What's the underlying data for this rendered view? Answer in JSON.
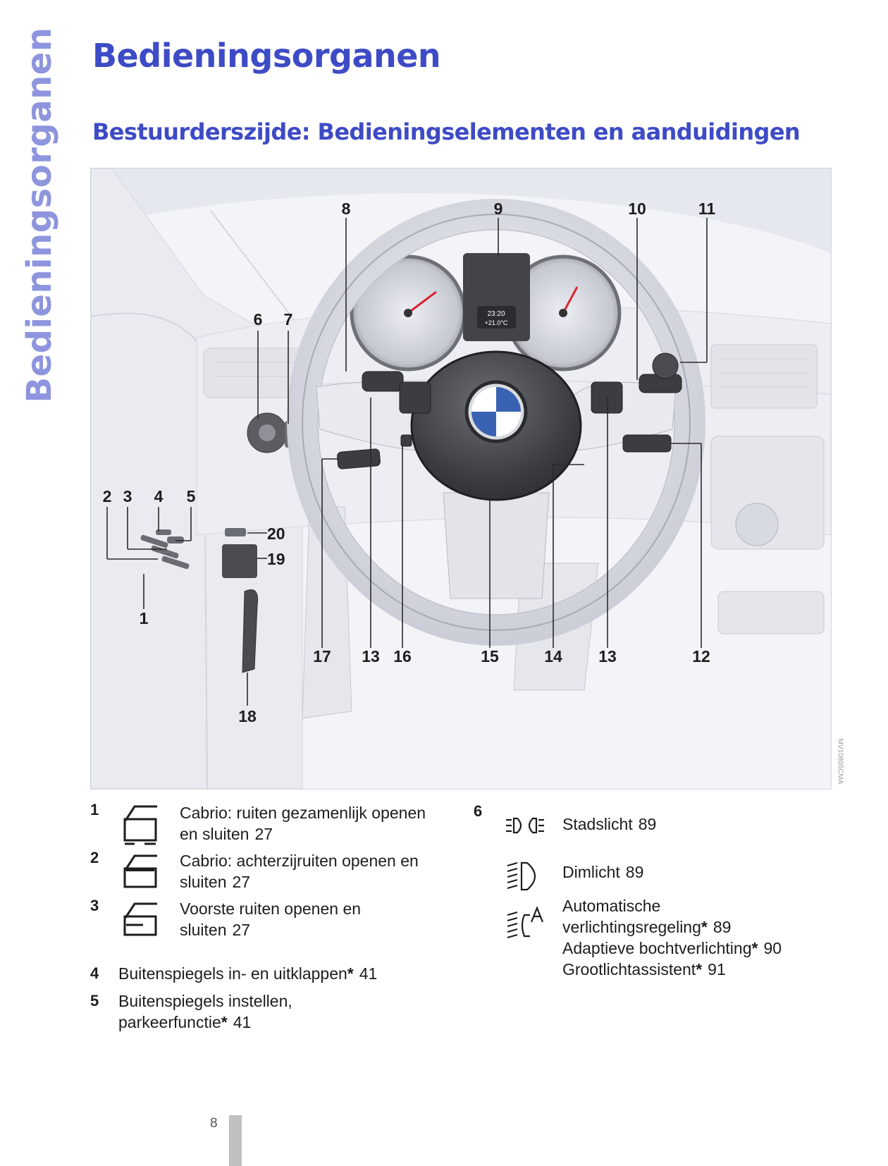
{
  "side_tab": "Bedieningsorganen",
  "title": "Bedieningsorganen",
  "subtitle": "Bestuurderszijde: Bedieningselementen en aanduidingen",
  "figure": {
    "callouts": {
      "c1": "1",
      "c2": "2",
      "c3": "3",
      "c4": "4",
      "c5": "5",
      "c6": "6",
      "c7": "7",
      "c8": "8",
      "c9": "9",
      "c10": "10",
      "c11": "11",
      "c12": "12",
      "c13a": "13",
      "c13b": "13",
      "c14": "14",
      "c15": "15",
      "c16": "16",
      "c17": "17",
      "c18": "18",
      "c19": "19",
      "c20": "20"
    },
    "cluster_time": "23:20",
    "cluster_temp": "+21.0°C",
    "image_code": "MV10805CMA"
  },
  "legend": {
    "left": [
      {
        "num": "1",
        "icon": "window-all-icon",
        "text_line1": "Cabrio: ruiten gezamenlijk openen",
        "text_line2": "en sluiten",
        "page": "27"
      },
      {
        "num": "2",
        "icon": "rear-window-icon",
        "text_line1": "Cabrio: achterzijruiten openen en",
        "text_line2": "sluiten",
        "page": "27"
      },
      {
        "num": "3",
        "icon": "front-window-icon",
        "text_line1": "Voorste ruiten openen en",
        "text_line2": "sluiten",
        "page": "27"
      },
      {
        "num": "4",
        "text_line1": "Buitenspiegels in- en uitklappen",
        "star": "*",
        "page": "41"
      },
      {
        "num": "5",
        "text_line1": "Buitenspiegels instellen,",
        "text_line2": "parkeerfunctie",
        "star": "*",
        "page": "41"
      }
    ],
    "right": {
      "num": "6",
      "items": [
        {
          "icon": "parking-light-icon",
          "text": "Stadslicht",
          "page": "89"
        },
        {
          "icon": "low-beam-icon",
          "text": "Dimlicht",
          "page": "89"
        },
        {
          "icon": "auto-light-icon",
          "lines": [
            {
              "text": "Automatische"
            },
            {
              "text": "verlichtingsregeling",
              "star": "*",
              "page": "89"
            },
            {
              "text": "Adaptieve bochtverlichting",
              "star": "*",
              "page": "90"
            },
            {
              "text": "Grootlichtassistent",
              "star": "*",
              "page": "91"
            }
          ]
        }
      ]
    }
  },
  "page_number": "8",
  "colors": {
    "heading": "#3e4bc6",
    "side_tab": "#8e95de"
  }
}
